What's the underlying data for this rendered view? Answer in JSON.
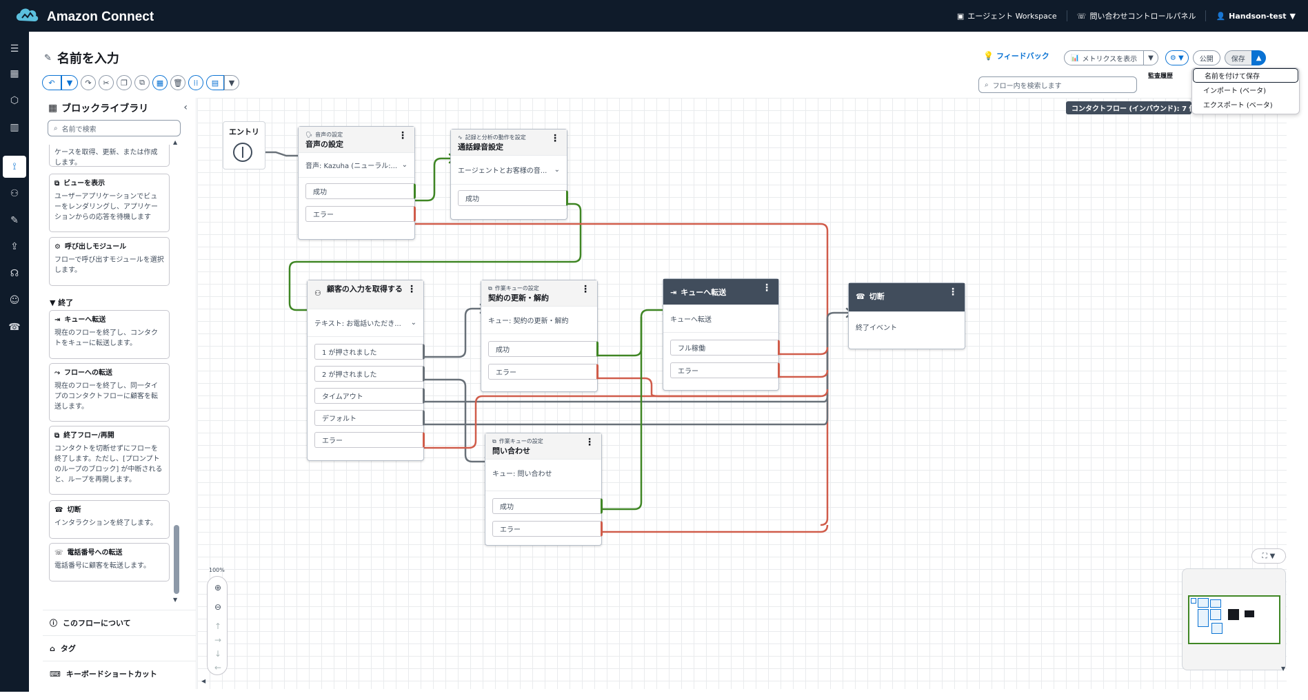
{
  "app": {
    "name": "Amazon Connect"
  },
  "top_links": {
    "workspace": "エージェント Workspace",
    "ccp": "問い合わせコントロールパネル",
    "user": "Handson-test"
  },
  "page": {
    "title": "名前を入力"
  },
  "actions": {
    "feedback": "フィードバック",
    "metrics": "メトリクスを表示",
    "publish": "公開",
    "save": "保存",
    "search_placeholder": "フロー内を検索します",
    "audit": "監査履歴",
    "flow_type": "コンタクトフロー (インバウンド): 7 個",
    "menu": [
      "名前を付けて保存",
      "インポート (ベータ)",
      "エクスポート (ベータ)"
    ]
  },
  "library": {
    "title": "ブロックライブラリ",
    "search_placeholder": "名前で検索",
    "partial_card": "ケースを取得、更新、または作成します。",
    "cards": [
      {
        "title": "ビューを表示",
        "desc": "ユーザーアプリケーションでビューをレンダリングし、アプリケーションからの応答を待機します"
      },
      {
        "title": "呼び出しモジュール",
        "desc": "フローで呼び出すモジュールを選択します。"
      }
    ],
    "section_end": "終了",
    "end_cards": [
      {
        "title": "キューへ転送",
        "desc": "現在のフローを終了し、コンタクトをキューに転送します。"
      },
      {
        "title": "フローへの転送",
        "desc": "現在のフローを終了し、同一タイプのコンタクトフローに顧客を転送します。"
      },
      {
        "title": "終了フロー/再開",
        "desc": "コンタクトを切断せずにフローを終了します。ただし、[プロンプトのループのブロック] が中断されると、ループを再開します。"
      },
      {
        "title": "切断",
        "desc": "インタラクションを終了します。"
      },
      {
        "title": "電話番号への転送",
        "desc": "電話番号に顧客を転送します。"
      }
    ],
    "footer": [
      "このフローについて",
      "タグ",
      "キーボードショートカット"
    ]
  },
  "canvas": {
    "zoom": "100%",
    "entry": "エントリ",
    "blocks": {
      "voice": {
        "sub": "音声の設定",
        "title": "音声の設定",
        "body": "音声: Kazuha (ニューラル:...",
        "ports": [
          "成功",
          "エラー"
        ]
      },
      "record": {
        "sub": "記録と分析の動作を設定",
        "title": "通話録音設定",
        "body": "エージェントとお客様の音...",
        "ports": [
          "成功"
        ]
      },
      "input": {
        "title": "顧客の入力を取得する",
        "body": "テキスト: お電話いただき...",
        "ports": [
          "1 が押されました",
          "2 が押されました",
          "タイムアウト",
          "デフォルト",
          "エラー"
        ]
      },
      "queue1": {
        "sub": "作業キューの設定",
        "title": "契約の更新・解約",
        "body": "キュー: 契約の更新・解約",
        "ports": [
          "成功",
          "エラー"
        ]
      },
      "transfer": {
        "title": "キューへ転送",
        "body": "キューへ転送",
        "ports": [
          "フル稼働",
          "エラー"
        ]
      },
      "disconnect": {
        "title": "切断",
        "body": "終了イベント"
      },
      "queue2": {
        "sub": "作業キューの設定",
        "title": "問い合わせ",
        "body": "キュー: 問い合わせ",
        "ports": [
          "成功",
          "エラー"
        ]
      }
    }
  },
  "colors": {
    "success": "#3f8624",
    "error": "#d05c4a",
    "neutral": "#687078",
    "nav": "#0f1b2a",
    "accent": "#0972d3"
  }
}
